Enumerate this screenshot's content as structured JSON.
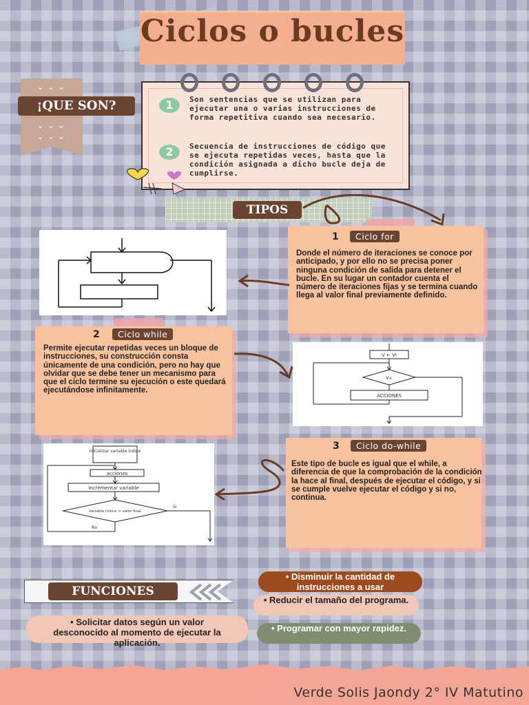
{
  "title": "Ciclos o bucles",
  "que_son": {
    "label": "¡QUE SON?",
    "items": [
      {
        "num": "1",
        "text": "Son sentencias que se utilizan para ejecutar una o varias instrucciones de forma repetitiva cuando sea necesario."
      },
      {
        "num": "2",
        "text": "Secuencia de instrucciones de código que se ejecuta repetidas veces, hasta que la condición asignada a dicho bucle deja de cumplirse."
      }
    ]
  },
  "tipos_label": "TIPOS",
  "ciclo_for": {
    "num": "1",
    "label": "Ciclo for",
    "text": "Donde el número de iteraciones se conoce por anticipado, y por ello no se precisa poner ninguna condición de salida para detener el bucle. En su lugar un contador cuenta el número de iteraciones fijas y se termina cuando llega al valor final previamente definido."
  },
  "ciclo_while": {
    "num": "2",
    "label": "Ciclo while",
    "text": " Permite ejecutar repetidas veces un bloque de instrucciones, su construcción consta únicamente de una condición, pero no hay que olvidar que se debe tener un mecanismo para que el ciclo termine su ejecución o este quedará ejecutándose infinitamente."
  },
  "while_diagram": {
    "top": "V ← Vi",
    "decision": "V<",
    "action": "ACCIONES"
  },
  "ciclo_do_while": {
    "num": "3",
    "label": "Ciclo do-while",
    "text": "Este tipo de bucle es igual que el while, a diferencia de que la comprobación de la condición la hace al final, después de ejecutar el código, y si se cumple vuelve ejecutar el código y si no, continua."
  },
  "do_while_diagram": {
    "init": "Inicializar variable índice",
    "action": "acciones",
    "increment": "Incrementar variable",
    "decision": "Variable índice > valor final",
    "yes": "Si",
    "no": "No"
  },
  "funciones": {
    "label": "FUNCIONES",
    "items": [
      "Disminuir la cantidad de instrucciones a usar",
      "Reducir el tamaño del programa.",
      "Programar con mayor rapidez.",
      "Solicitar datos según un valor desconocido al momento de ejecutar la aplicación."
    ]
  },
  "author": "Verde Solis Jaondy 2° IV Matutino",
  "colors": {
    "background": "#9ea0b8",
    "title_box": "#f4b08e",
    "label_dark": "#6b4331",
    "card": "#f9c29f",
    "mint": "#8fc9a0",
    "pill_brown": "#9c4a1e",
    "pill_pink": "#f2c7b7",
    "pill_green": "#7f8d70"
  }
}
